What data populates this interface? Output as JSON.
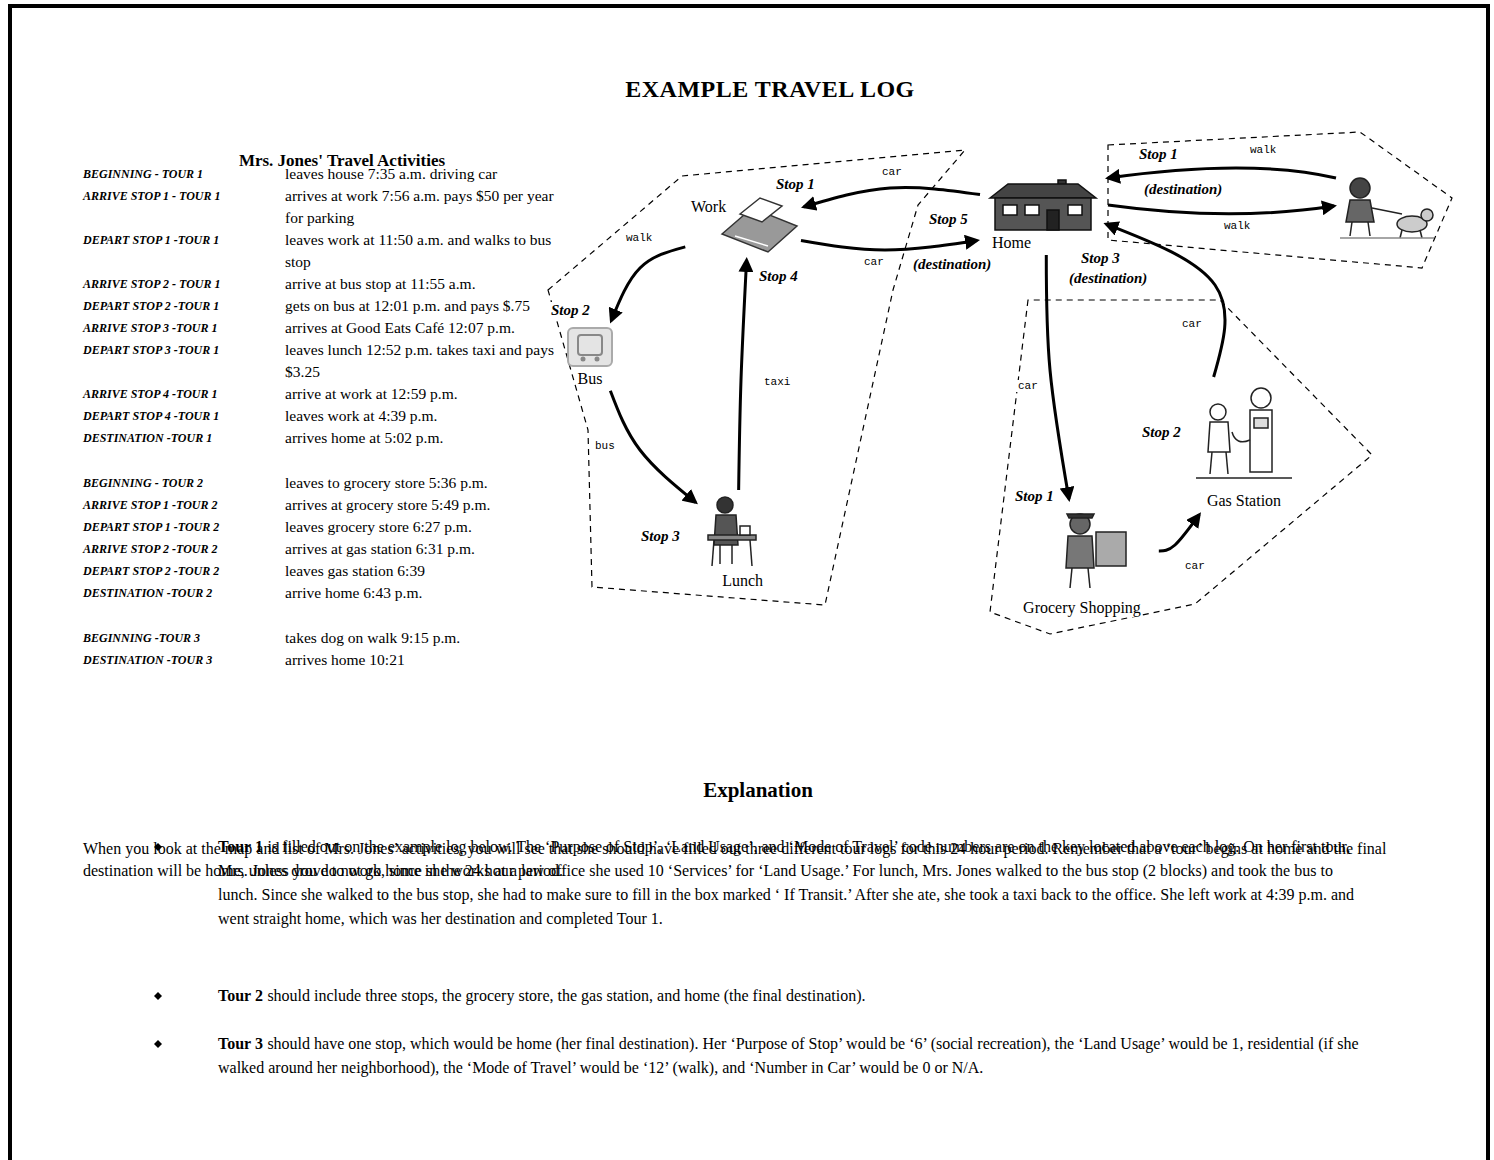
{
  "diagram": {
    "title": "EXAMPLE TRAVEL LOG",
    "nodes": [
      {
        "text": [
          "Work"
        ]
      },
      {
        "text": [
          "Bus"
        ]
      },
      {
        "text": [
          "Lunch"
        ]
      },
      {
        "text": [
          "Home"
        ]
      },
      {
        "text": [
          "Grocery Shopping"
        ]
      },
      {
        "text": [
          "Gas Station"
        ]
      }
    ],
    "edges": [
      {
        "from": 3,
        "to": 0,
        "arrow": "to",
        "label": "car"
      },
      {
        "from": 0,
        "to": 3,
        "arrow": "to",
        "label": "car"
      },
      {
        "from": 0,
        "to": 1,
        "arrow": "to",
        "label": "walk"
      },
      {
        "from": 1,
        "to": 2,
        "arrow": "to",
        "label": "bus"
      },
      {
        "from": 2,
        "to": 0,
        "arrow": "to",
        "label": "taxi"
      },
      {
        "from": 3,
        "to": 4,
        "arrow": "to",
        "label": "car"
      },
      {
        "from": 4,
        "to": 5,
        "arrow": "to",
        "label": "car"
      },
      {
        "from": 5,
        "to": 3,
        "arrow": "to",
        "label": "car"
      }
    ],
    "labels": [
      "Mrs. Jones' Travel Activities",
      "BEGINNING - TOUR 1",
      "leaves house 7:35 a.m. driving car",
      "ARRIVE STOP 1 - TOUR 1",
      "arrives at work 7:56 a.m. pays $50 per year for parking",
      "DEPART STOP 1 -TOUR 1",
      "leaves work at 11:50 a.m. and walks to bus stop",
      "ARRIVE STOP 2 - TOUR 1",
      "arrive at bus stop at 11:55 a.m.",
      "DEPART STOP 2 -TOUR 1",
      "gets on bus at 12:01 p.m. and pays $.75",
      "ARRIVE STOP 3 -TOUR 1",
      "arrives at Good Eats Café 12:07 p.m.",
      "DEPART STOP 3 -TOUR 1",
      "leaves lunch 12:52 p.m. takes taxi and pays $3.25",
      "ARRIVE STOP 4 -TOUR 1",
      "arrive at work at 12:59 p.m.",
      "DEPART STOP 4 -TOUR 1",
      "leaves work at 4:39 p.m.",
      "DESTINATION -TOUR 1",
      "arrives home at 5:02 p.m.",
      "BEGINNING - TOUR 2",
      "leaves to grocery store 5:36 p.m.",
      "ARRIVE STOP 1 -TOUR 2",
      "arrives at grocery store 5:49 p.m.",
      "DEPART STOP 1 -TOUR 2",
      "leaves grocery store 6:27 p.m.",
      "ARRIVE STOP 2 -TOUR 2",
      "arrives at gas station 6:31 p.m.",
      "DEPART STOP 2 -TOUR 2",
      "leaves gas station 6:39",
      "DESTINATION -TOUR 2",
      "arrive home 6:43 p.m.",
      "BEGINNING -TOUR 3",
      "takes dog on walk 9:15 p.m.",
      "DESTINATION -TOUR 3",
      "arrives home 10:21",
      "Stop 1",
      "Stop 4",
      "Stop 2",
      "Stop 3",
      "Stop 5",
      "(destination)",
      "Stop 1",
      "(destination)",
      "Stop 3",
      "(destination)",
      "walk",
      "walk",
      "Stop 1",
      "Stop 2",
      "Explanation",
      "When you look at the map and list of Mrs. Jones’ activities, you will see that she should have filled out three different tour logs for this 24 hour period. Remember that a ‘tour’ begins at home and the final destination will be home, unless you do not go home in the 24 hour period.",
      "Tour 1",
      "is filled out on the example log below. The ‘Purpose of Stop’, ‘Land Usage’, and ‘Mode of Travel’ code numbers are on the key located above each log. On her first tour, Mrs. Jones drove to work, since she works at a law office she used 10 ‘Services’ for ‘Land Usage.’ For lunch, Mrs. Jones walked to the bus stop (2 blocks) and took the bus to lunch. Since she walked to the bus stop, she had to make sure to fill in the box marked ‘ If Transit.’ After she ate, she took a taxi back to the office. She left work at 4:39 p.m. and went straight home, which was her destination and completed Tour 1.",
      "Tour 2",
      "should include three stops, the grocery store, the gas station, and home (the final destination).",
      "Tour 3",
      "should have one stop, which would be home (her final destination). Her ‘Purpose of Stop’ would be ‘6’ (social recreation), the ‘Land Usage’ would be 1, residential (if she walked around her neighborhood), the ‘Mode of Travel’ would be ‘12’ (walk), and ‘Number in Car’ would be 0 or N/A."
    ]
  }
}
